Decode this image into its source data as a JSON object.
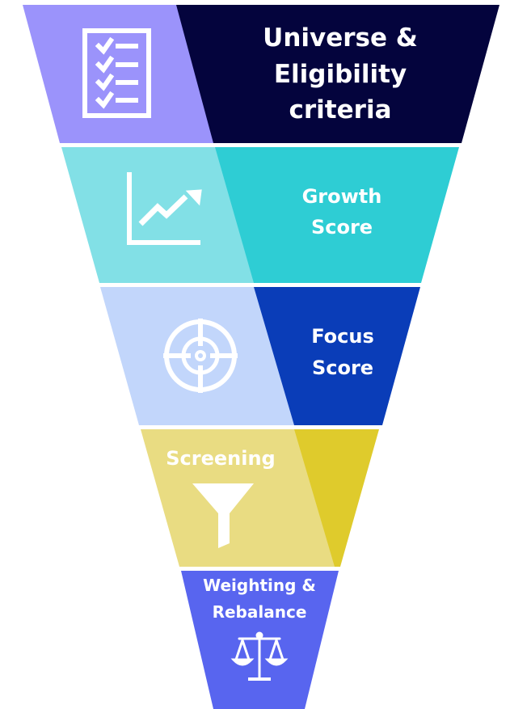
{
  "stages": [
    {
      "id": "universe",
      "label_lines": [
        "Universe &",
        "Eligibility",
        "criteria"
      ],
      "icon": "checklist-icon",
      "light_color": "#9b93fb",
      "dark_color": "#04043d"
    },
    {
      "id": "growth",
      "label_lines": [
        "Growth",
        "Score"
      ],
      "icon": "growth-chart-icon",
      "light_color": "#82e0e6",
      "dark_color": "#2ecdd4"
    },
    {
      "id": "focus",
      "label_lines": [
        "Focus",
        "Score"
      ],
      "icon": "target-icon",
      "light_color": "#c2d6fb",
      "dark_color": "#0a3db8"
    },
    {
      "id": "screening",
      "label_lines": [
        "Screening"
      ],
      "icon": "filter-funnel-icon",
      "light_color": "#e9dc82",
      "dark_color": "#dfcb2c"
    },
    {
      "id": "weighting",
      "label_lines": [
        "Weighting &",
        "Rebalance"
      ],
      "icon": "balance-scale-icon",
      "light_color": "#5865ef",
      "dark_color": "#5865ef"
    }
  ]
}
